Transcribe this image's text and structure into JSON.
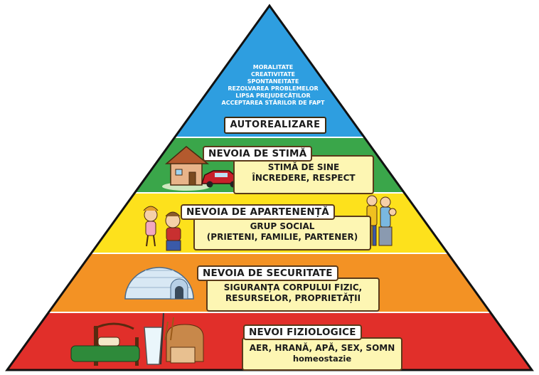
{
  "colors": {
    "level_1": "#e12f2a",
    "level_2": "#f39224",
    "level_3": "#fde11c",
    "level_4": "#3aa64a",
    "level_5": "#2e9ee0",
    "label_box": "#ffffff",
    "detail_box": "#fdf6b3"
  },
  "levels": [
    {
      "title": "AUTOREALIZARE",
      "details": [
        "MORALITATE",
        "CREATIVITATE",
        "SPONTANEITATE",
        "REZOLVAREA PROBLEMELOR",
        "LIPSA PREJUDECĂȚILOR",
        "ACCEPTAREA STĂRILOR DE FAPT"
      ]
    },
    {
      "title": "NEVOIA DE STIMĂ",
      "details": [
        "STIMĂ DE SINE",
        "ÎNCREDERE, RESPECT"
      ],
      "illustrations": [
        "house-icon",
        "car-icon"
      ]
    },
    {
      "title": "NEVOIA DE APARTENENȚĂ",
      "details": [
        "GRUP SOCIAL",
        "(PRIETENI, FAMILIE, PARTENER)"
      ],
      "illustrations": [
        "children-icon",
        "family-icon"
      ]
    },
    {
      "title": "NEVOIA DE SECURITATE",
      "details": [
        "SIGURANȚA CORPULUI FIZIC,",
        "RESURSELOR, PROPRIETĂȚII"
      ],
      "illustrations": [
        "igloo-icon"
      ]
    },
    {
      "title": "NEVOI FIZIOLOGICE",
      "details": [
        "AER, HRANĂ, APĂ, SEX, SOMN",
        "homeostazie"
      ],
      "illustrations": [
        "bed-icon",
        "water-glass-icon",
        "bread-icon"
      ]
    }
  ]
}
